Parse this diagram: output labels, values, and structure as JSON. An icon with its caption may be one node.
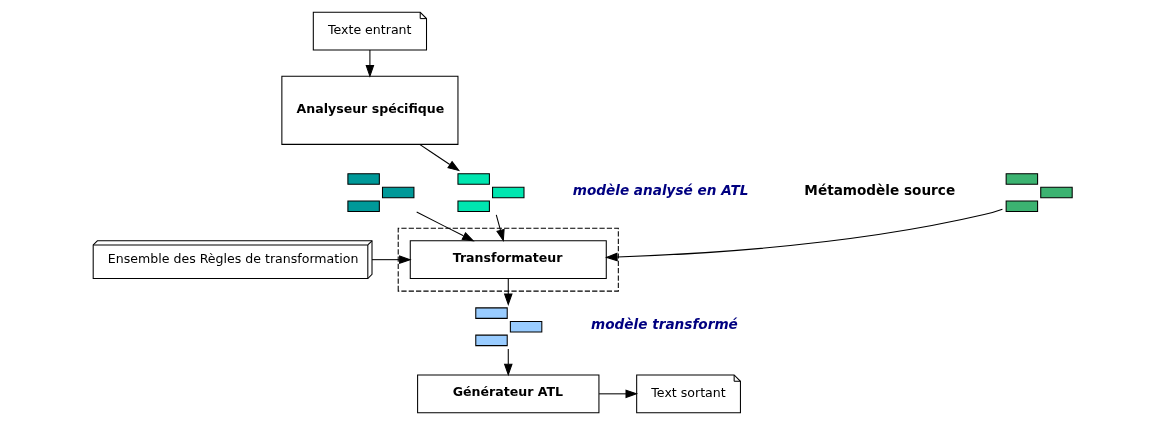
{
  "diagram": {
    "nodes": [
      {
        "text": [],
        "shape": "picture",
        "beside": [
          "Métamodèle source"
        ]
      },
      {
        "text": [
          "Texte entrant"
        ]
      },
      {
        "text": [
          "Analyseur spécifique"
        ]
      },
      {
        "text": [],
        "shape": "picture"
      },
      {
        "text": [],
        "shape": "picture",
        "beside": [
          "modèle analysé en ATL"
        ]
      },
      {
        "text": [],
        "shape": "box"
      },
      {
        "text": [
          "Transformateur"
        ],
        "in": 5
      },
      {
        "text": [
          "Ensemble des Règles de transformation"
        ]
      },
      {
        "text": [],
        "shape": "picture",
        "beside": [
          "modèle transformé"
        ]
      },
      {
        "text": [
          "Générateur ATL"
        ]
      },
      {
        "text": [
          "Text sortant"
        ]
      }
    ],
    "edges": [
      {
        "from": 1,
        "to": 2,
        "arrow": "to"
      },
      {
        "from": 2,
        "to": 4,
        "arrow": "to"
      },
      {
        "from": 0,
        "to": 6,
        "arrow": "to"
      },
      {
        "from": 4,
        "to": 6,
        "arrow": "to"
      },
      {
        "from": 3,
        "to": 6,
        "arrow": "to"
      },
      {
        "from": 7,
        "to": 6,
        "arrow": "to"
      },
      {
        "from": 6,
        "to": 8,
        "arrow": "to"
      },
      {
        "from": 8,
        "to": 9,
        "arrow": "to"
      },
      {
        "from": 9,
        "to": 10,
        "arrow": "to"
      }
    ]
  }
}
